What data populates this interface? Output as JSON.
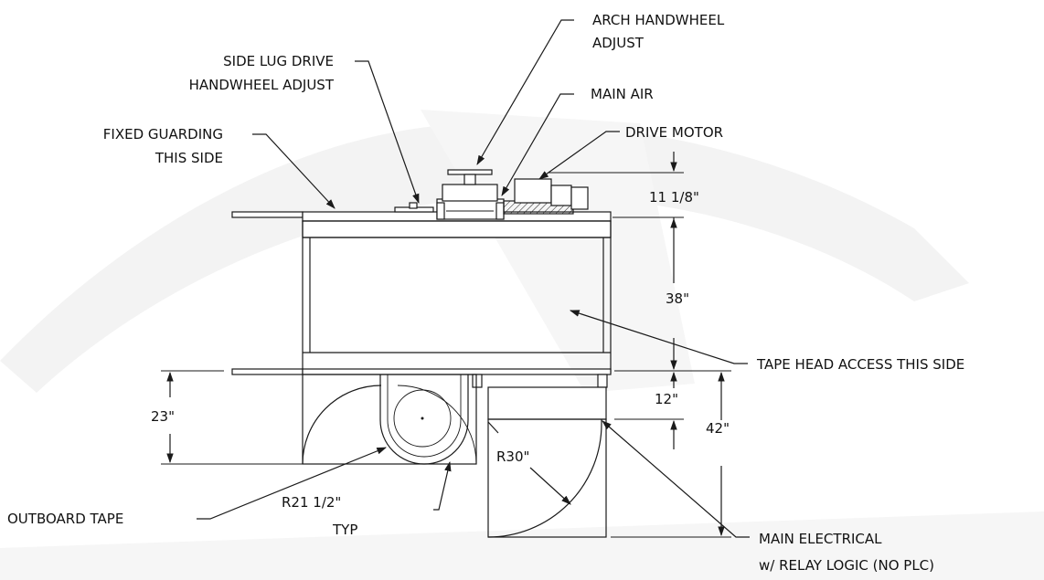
{
  "callouts": {
    "arch_handwheel_1": "ARCH HANDWHEEL",
    "arch_handwheel_2": "ADJUST",
    "side_lug_1": "SIDE LUG DRIVE",
    "side_lug_2": "HANDWHEEL ADJUST",
    "main_air": "MAIN AIR",
    "drive_motor": "DRIVE MOTOR",
    "fixed_guarding_1": "FIXED GUARDING",
    "fixed_guarding_2": "THIS SIDE",
    "tape_head_access": "TAPE HEAD ACCESS THIS SIDE",
    "outboard_tape": "OUTBOARD TAPE",
    "r21_1": "R21 1/2\"",
    "r21_2": "TYP",
    "r30": "R30\"",
    "main_electrical_1": "MAIN ELECTRICAL",
    "main_electrical_2": "w/ RELAY LOGIC (NO PLC)"
  },
  "dimensions": {
    "top_height": "11 1/8\"",
    "frame_height": "38\"",
    "lower_height": "12\"",
    "cabinet_height": "42\"",
    "left_height": "23\""
  }
}
